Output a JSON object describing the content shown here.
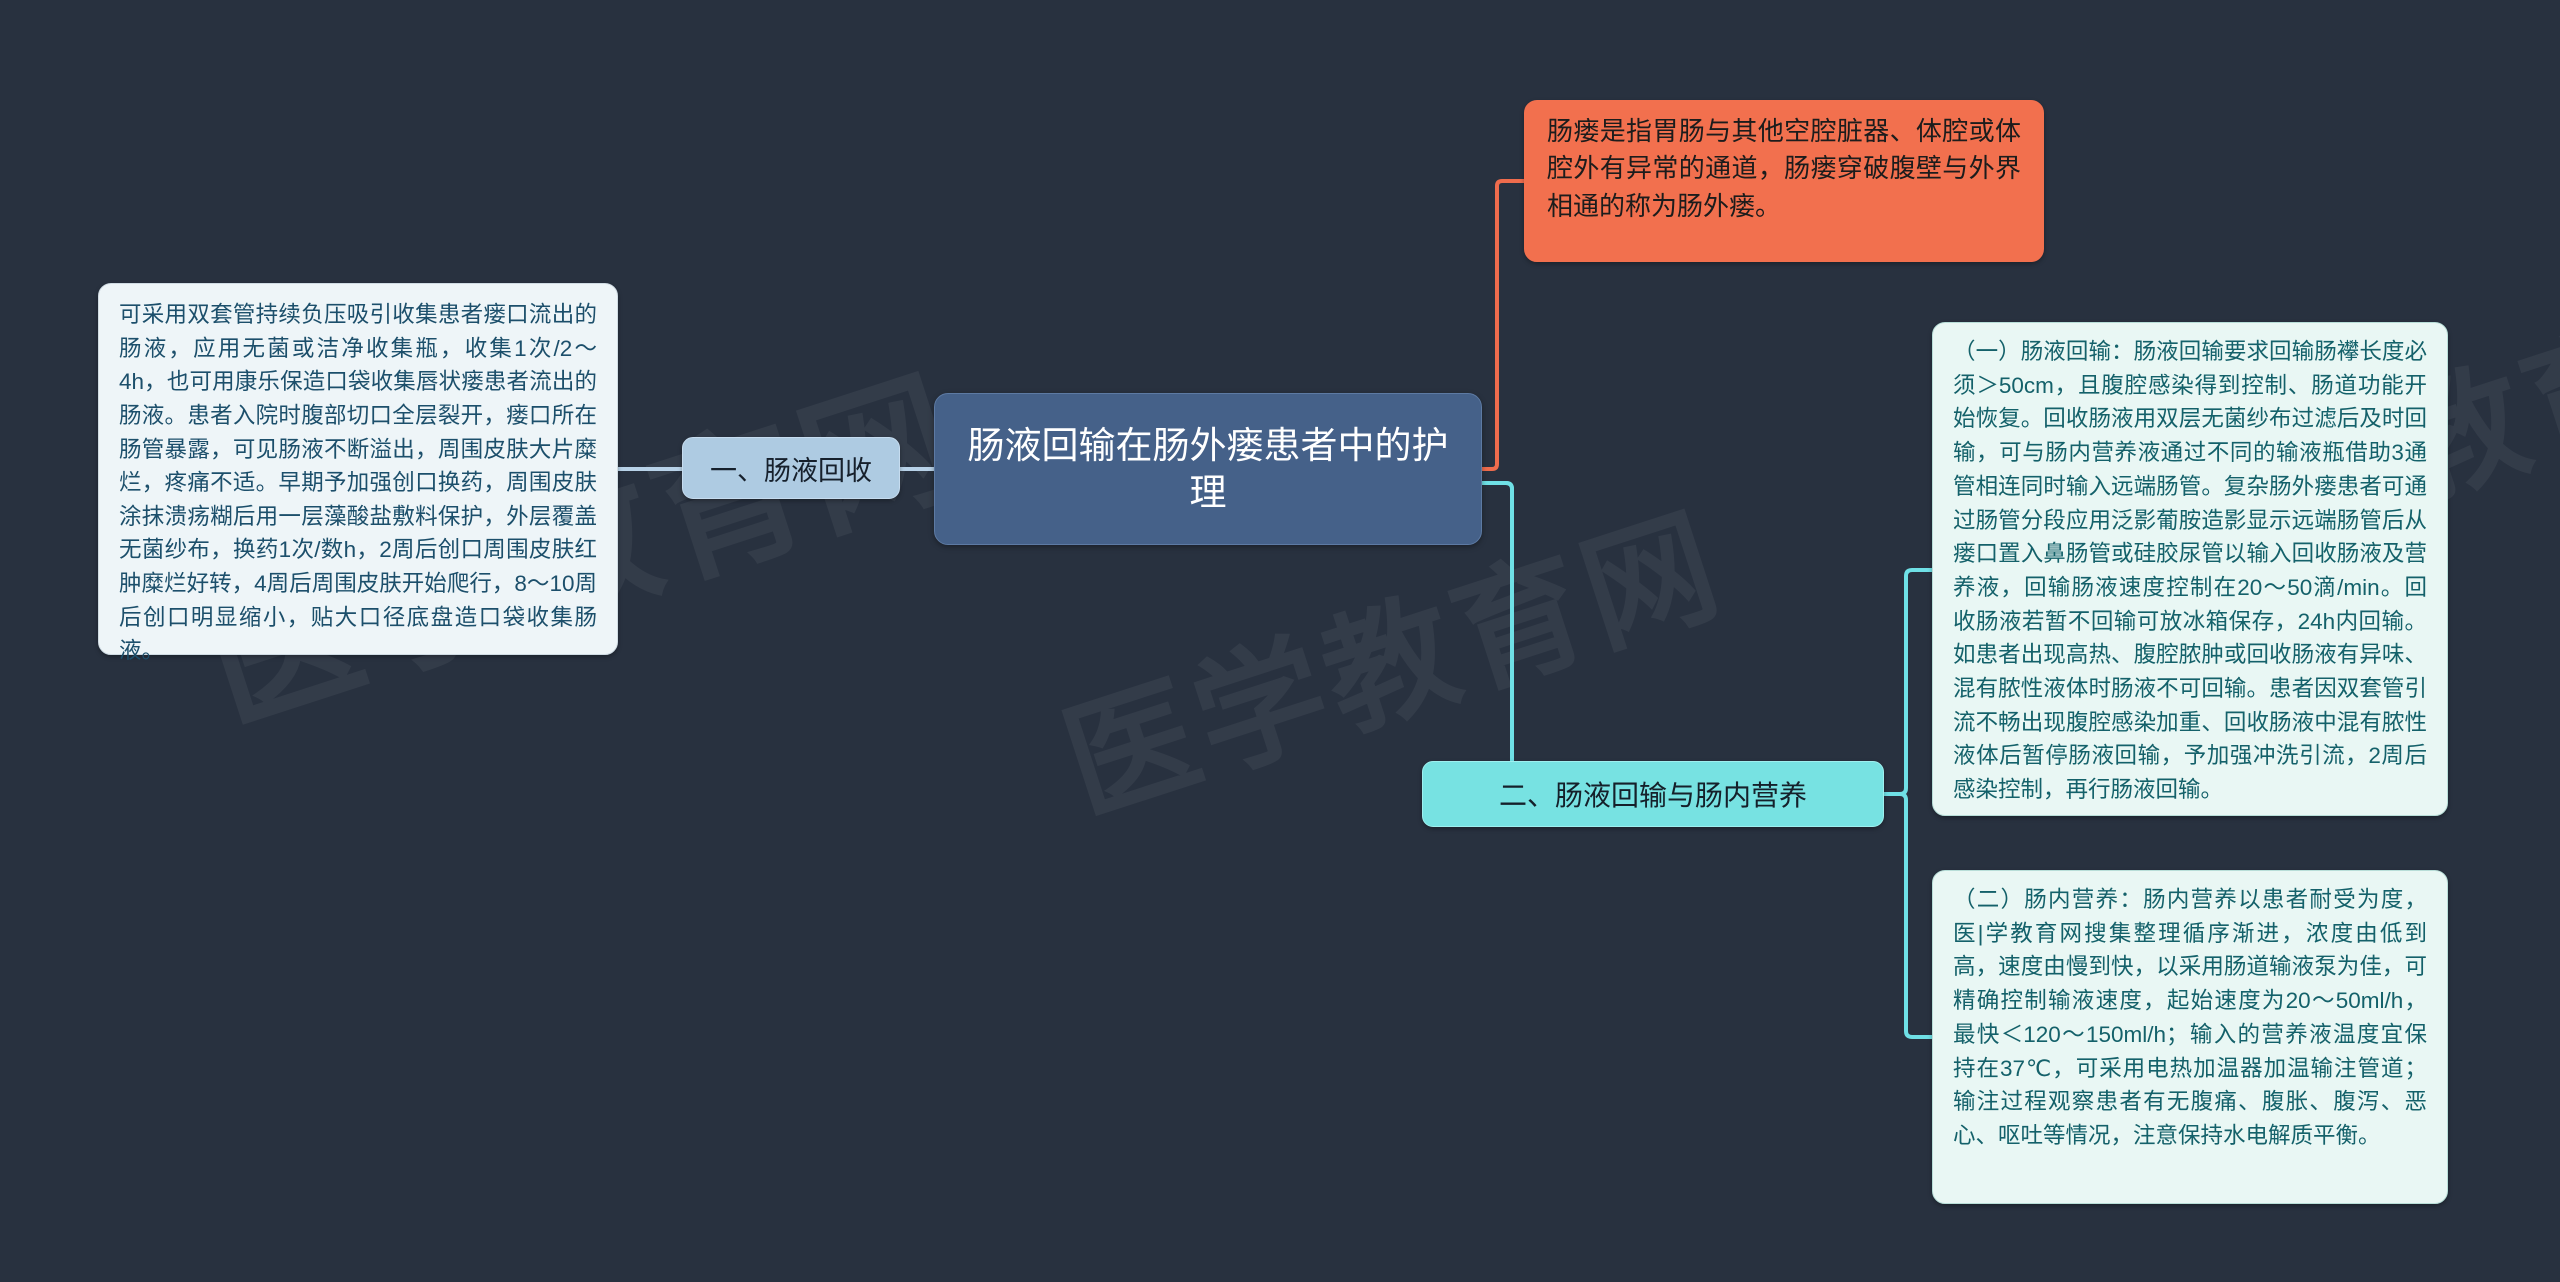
{
  "canvas": {
    "background_color": "#28313f",
    "watermark_text": "医学教育网"
  },
  "root": {
    "title": "肠液回输在肠外瘘患者中的护理",
    "fill_color": "#456189",
    "text_color": "#ffffff"
  },
  "definition": {
    "text": "肠瘘是指胃肠与其他空腔脏器、体腔或体腔外有异常的通道，肠瘘穿破腹壁与外界相通的称为肠外瘘。",
    "fill_color": "#f2704e",
    "connector_color": "#ef6c4d"
  },
  "branches": [
    {
      "label": "一、肠液回收",
      "fill_color": "#aecbe2",
      "connector_color": "#b8d2e8",
      "detail": "可采用双套管持续负压吸引收集患者瘘口流出的肠液，应用无菌或洁净收集瓶，收集1次/2～4h，也可用康乐保造口袋收集唇状瘘患者流出的肠液。患者入院时腹部切口全层裂开，瘘口所在肠管暴露，可见肠液不断溢出，周围皮肤大片糜烂，疼痛不适。早期予加强创口换药，周围皮肤涂抹溃疡糊后用一层藻酸盐敷料保护，外层覆盖无菌纱布，换药1次/数h，2周后创口周围皮肤红肿糜烂好转，4周后周围皮肤开始爬行，8～10周后创口明显缩小，贴大口径底盘造口袋收集肠液。",
      "detail_fill_color": "#eef5f8",
      "detail_text_color": "#1c4f6b"
    },
    {
      "label": "二、肠液回输与肠内营养",
      "fill_color": "#77e2e2",
      "connector_color": "#6fe0e6",
      "details": [
        {
          "text": "（一）肠液回输：肠液回输要求回输肠襻长度必须＞50cm，且腹腔感染得到控制、肠道功能开始恢复。回收肠液用双层无菌纱布过滤后及时回输，可与肠内营养液通过不同的输液瓶借助3通管相连同时输入远端肠管。复杂肠外瘘患者可通过肠管分段应用泛影葡胺造影显示远端肠管后从瘘口置入鼻肠管或硅胶尿管以输入回收肠液及营养液，回输肠液速度控制在20～50滴/min。回收肠液若暂不回输可放冰箱保存，24h内回输。如患者出现高热、腹腔脓肿或回收肠液有异味、混有脓性液体时肠液不可回输。患者因双套管引流不畅出现腹腔感染加重、回收肠液中混有脓性液体后暂停肠液回输，予加强冲洗引流，2周后感染控制，再行肠液回输。",
          "fill_color": "#e9f7f4",
          "text_color": "#14616a"
        },
        {
          "text": "（二）肠内营养：肠内营养以患者耐受为度，医|学教育网搜集整理循序渐进，浓度由低到高，速度由慢到快，以采用肠道输液泵为佳，可精确控制输液速度，起始速度为20～50ml/h，最快＜120～150ml/h；输入的营养液温度宜保持在37℃，可采用电热加温器加温输注管道；输注过程观察患者有无腹痛、腹胀、腹泻、恶心、呕吐等情况，注意保持水电解质平衡。",
          "fill_color": "#e9f7f4",
          "text_color": "#14616a"
        }
      ]
    }
  ]
}
